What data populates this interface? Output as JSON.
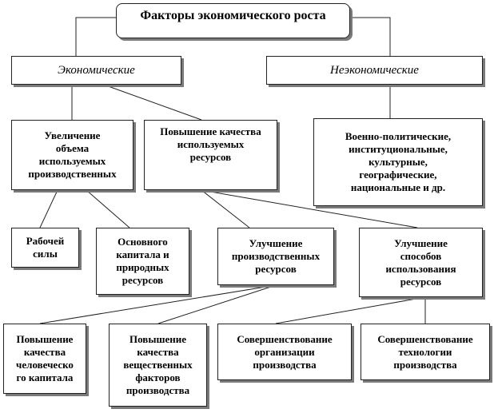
{
  "title": "Факторы экономического роста",
  "categories": {
    "economic": "Экономические",
    "noneconomic": "Неэкономические"
  },
  "level2": {
    "volume": "Увеличение\nобъема\nиспользуемых\nпроизводственных",
    "quality": "Повышение качества\nиспользуемых\nресурсов",
    "noneconomic_list": "Военно-политические,\nинституциональные,\nкультурные,\nгеографические,\nнациональные и др."
  },
  "level3": {
    "labor": "Рабочей\nсилы",
    "capital": "Основного\nкапитала и\nприродных\nресурсов",
    "improve_resources": "Улучшение\nпроизводственных\nресурсов",
    "improve_methods": "Улучшение\nспособов\nиспользования\nресурсов"
  },
  "level4": {
    "human_capital": "Повышение\nкачества\nчеловеческо\nго капитала",
    "material_factors": "Повышение\nкачества\nвещественных\nфакторов\nпроизводства",
    "organization": "Совершенствование\nорганизации\nпроизводства",
    "technology": "Совершенствование\nтехнологии\nпроизводства"
  }
}
